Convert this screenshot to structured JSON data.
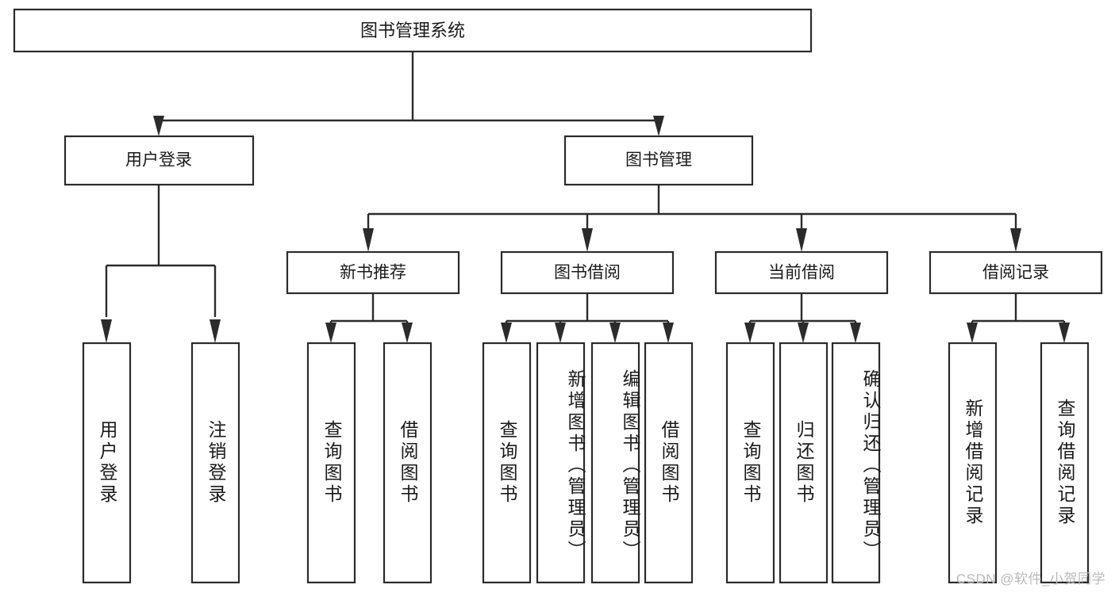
{
  "diagram": {
    "type": "tree-hierarchy",
    "title": "图书管理系统",
    "root": {
      "label": "图书管理系统"
    },
    "level2": [
      {
        "label": "用户登录"
      },
      {
        "label": "图书管理"
      }
    ],
    "level3": [
      {
        "label": "新书推荐"
      },
      {
        "label": "图书借阅"
      },
      {
        "label": "当前借阅"
      },
      {
        "label": "借阅记录"
      }
    ],
    "leaves": {
      "user_login": [
        {
          "label": "用户登录"
        },
        {
          "label": "注销登录"
        }
      ],
      "new_book_recommend": [
        {
          "label": "查询图书"
        },
        {
          "label": "借阅图书"
        }
      ],
      "book_borrow": [
        {
          "label": "查询图书"
        },
        {
          "label": "新增图书（管理员）"
        },
        {
          "label": "编辑图书（管理员）"
        },
        {
          "label": "借阅图书"
        }
      ],
      "current_borrow": [
        {
          "label": "查询图书"
        },
        {
          "label": "归还图书"
        },
        {
          "label": "确认归还（管理员）"
        }
      ],
      "borrow_record": [
        {
          "label": "新增借阅记录"
        },
        {
          "label": "查询借阅记录"
        }
      ]
    }
  },
  "watermark": {
    "text": "CSDN @软件_小贺同学"
  },
  "colors": {
    "background": "#ffffff",
    "box_stroke": "#2b2b2b",
    "box_fill": "#ffffff",
    "text": "#1a1a1a",
    "watermark": "#b9b9b9"
  }
}
